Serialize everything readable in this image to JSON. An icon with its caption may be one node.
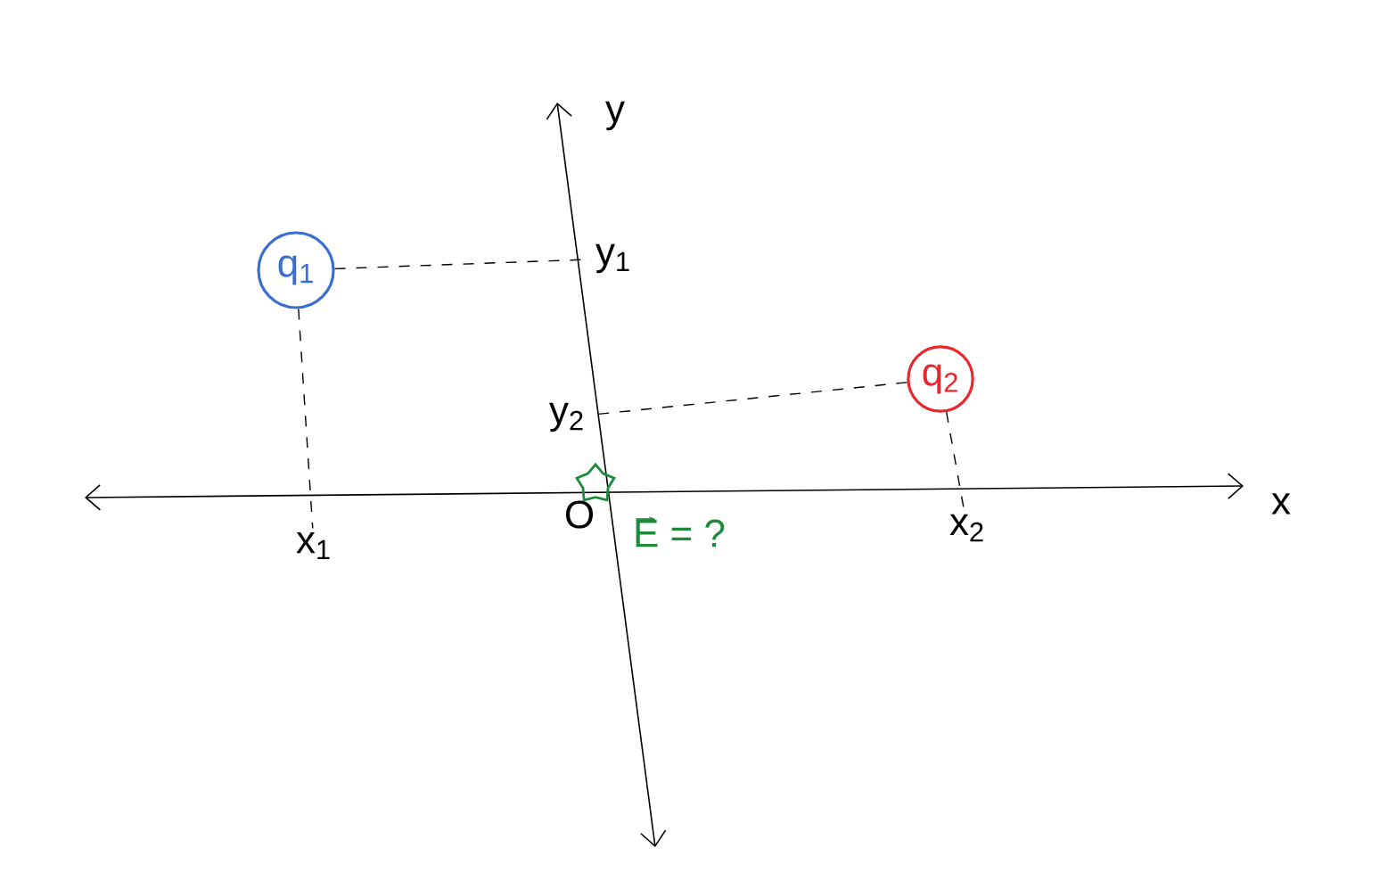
{
  "diagram": {
    "nodes": [
      {
        "text": [
          "q$_{1}$"
        ]
      },
      {
        "text": [
          "q$_{2}$"
        ]
      },
      {
        "text": [
          "y$_{1}$"
        ]
      },
      {
        "text": [
          "x$_{1}$"
        ]
      },
      {
        "text": [
          "y$_{2}$"
        ]
      },
      {
        "text": [
          "x$_{2}$"
        ]
      }
    ],
    "edges": [
      {
        "from": 0,
        "to": 2,
        "arrow": "none",
        "style": "dashed"
      },
      {
        "from": 0,
        "to": 3,
        "arrow": "none",
        "style": "dashed"
      },
      {
        "from": 1,
        "to": 4,
        "arrow": "none",
        "style": "dashed"
      },
      {
        "from": 1,
        "to": 5,
        "arrow": "none",
        "style": "dashed"
      }
    ],
    "labels": [
      "y",
      "x",
      "O",
      "E = ?"
    ]
  }
}
